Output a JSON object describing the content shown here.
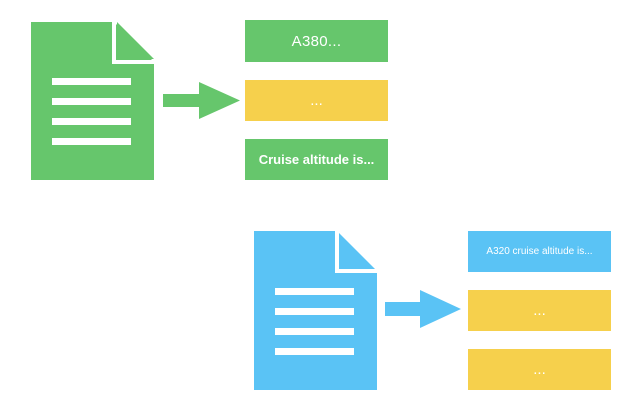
{
  "colors": {
    "green": "#66c66c",
    "yellow": "#f6d04c",
    "blue": "#5ac3f5",
    "white": "#ffffff"
  },
  "icons": {
    "document": "document-icon",
    "arrow": "arrow-right-icon"
  },
  "top_group": {
    "chunks": [
      {
        "text": "A380...",
        "color": "green"
      },
      {
        "text": "...",
        "color": "yellow"
      },
      {
        "text": "Cruise altitude is...",
        "color": "green"
      }
    ]
  },
  "bottom_group": {
    "chunks": [
      {
        "text": "A320 cruise altitude is...",
        "color": "blue"
      },
      {
        "text": "...",
        "color": "yellow"
      },
      {
        "text": "...",
        "color": "yellow"
      }
    ]
  }
}
